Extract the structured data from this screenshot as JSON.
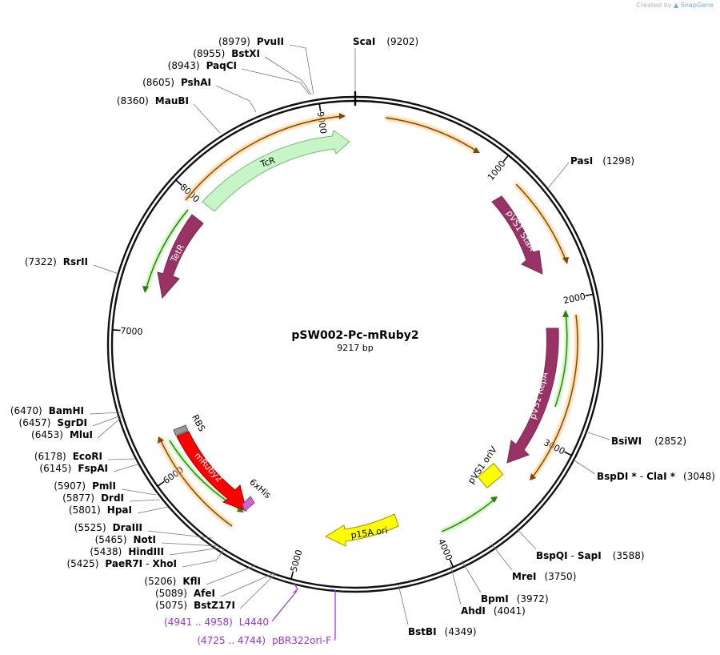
{
  "credit": {
    "prefix": "Created by",
    "brand": "SnapGene"
  },
  "plasmid": {
    "name": "pSW002-Pc-mRuby2",
    "length_label": "9217 bp",
    "length_bp": 9217
  },
  "ticks": [
    {
      "bp": 1000,
      "label": "1000"
    },
    {
      "bp": 2000,
      "label": "2000"
    },
    {
      "bp": 3000,
      "label": "3000"
    },
    {
      "bp": 4000,
      "label": "4000"
    },
    {
      "bp": 5000,
      "label": "5000"
    },
    {
      "bp": 6000,
      "label": "6000"
    },
    {
      "bp": 7000,
      "label": "7000"
    },
    {
      "bp": 8000,
      "label": "8000"
    },
    {
      "bp": 9000,
      "label": "9000"
    }
  ],
  "sites": [
    {
      "bp": 9202,
      "pos": "(9202)",
      "name": "ScaI"
    },
    {
      "bp": 8979,
      "pos": "(8979)",
      "name": "PvuII"
    },
    {
      "bp": 8955,
      "pos": "(8955)",
      "name": "BstXI"
    },
    {
      "bp": 8943,
      "pos": "(8943)",
      "name": "PaqCI"
    },
    {
      "bp": 8605,
      "pos": "(8605)",
      "name": "PshAI"
    },
    {
      "bp": 8360,
      "pos": "(8360)",
      "name": "MauBI"
    },
    {
      "bp": 7322,
      "pos": "(7322)",
      "name": "RsrII"
    },
    {
      "bp": 6470,
      "pos": "(6470)",
      "name": "BamHI"
    },
    {
      "bp": 6457,
      "pos": "(6457)",
      "name": "SgrDI"
    },
    {
      "bp": 6453,
      "pos": "(6453)",
      "name": "MluI"
    },
    {
      "bp": 6178,
      "pos": "(6178)",
      "name": "EcoRI"
    },
    {
      "bp": 6145,
      "pos": "(6145)",
      "name": "FspAI"
    },
    {
      "bp": 5907,
      "pos": "(5907)",
      "name": "PmlI"
    },
    {
      "bp": 5877,
      "pos": "(5877)",
      "name": "DrdI"
    },
    {
      "bp": 5801,
      "pos": "(5801)",
      "name": "HpaI"
    },
    {
      "bp": 5525,
      "pos": "(5525)",
      "name": "DraIII"
    },
    {
      "bp": 5465,
      "pos": "(5465)",
      "name": "NotI"
    },
    {
      "bp": 5438,
      "pos": "(5438)",
      "name": "HindIII"
    },
    {
      "bp": 5425,
      "pos": "(5425)",
      "name": "PaeR7I",
      "name2": "XhoI"
    },
    {
      "bp": 5206,
      "pos": "(5206)",
      "name": "KflI"
    },
    {
      "bp": 5089,
      "pos": "(5089)",
      "name": "AfeI"
    },
    {
      "bp": 5075,
      "pos": "(5075)",
      "name": "BstZ17I"
    },
    {
      "bp": 4349,
      "pos": "(4349)",
      "name": "BstBI"
    },
    {
      "bp": 4041,
      "pos": "(4041)",
      "name": "AhdI"
    },
    {
      "bp": 3972,
      "pos": "(3972)",
      "name": "BpmI"
    },
    {
      "bp": 3750,
      "pos": "(3750)",
      "name": "MreI"
    },
    {
      "bp": 3588,
      "pos": "(3588)",
      "name": "BspQI",
      "name2": "SapI"
    },
    {
      "bp": 3048,
      "pos": "(3048)",
      "name": "BspDI *",
      "name2": "ClaI *"
    },
    {
      "bp": 2852,
      "pos": "(2852)",
      "name": "BsiWI"
    },
    {
      "bp": 1298,
      "pos": "(1298)",
      "name": "PasI"
    }
  ],
  "primers": [
    {
      "start": 4941,
      "end": 4958,
      "range": "(4941 .. 4958)",
      "name": "L4440"
    },
    {
      "start": 4725,
      "end": 4744,
      "range": "(4725 .. 4744)",
      "name": "pBR322ori-F"
    }
  ],
  "features": [
    {
      "name": "TcR",
      "color": "#c8f5c8"
    },
    {
      "name": "TetR",
      "color": "#993366"
    },
    {
      "name": "pVS1 StaA",
      "color": "#993366"
    },
    {
      "name": "pVS1 RepA",
      "color": "#993366"
    },
    {
      "name": "pVS1 oriV",
      "color": "#ffff00"
    },
    {
      "name": "p15A ori",
      "color": "#ffff00"
    },
    {
      "name": "mRuby2",
      "color": "#ff0000"
    },
    {
      "name": "RBS",
      "color": "#888888"
    },
    {
      "name": "6xHis",
      "color": "#cc66cc"
    }
  ]
}
